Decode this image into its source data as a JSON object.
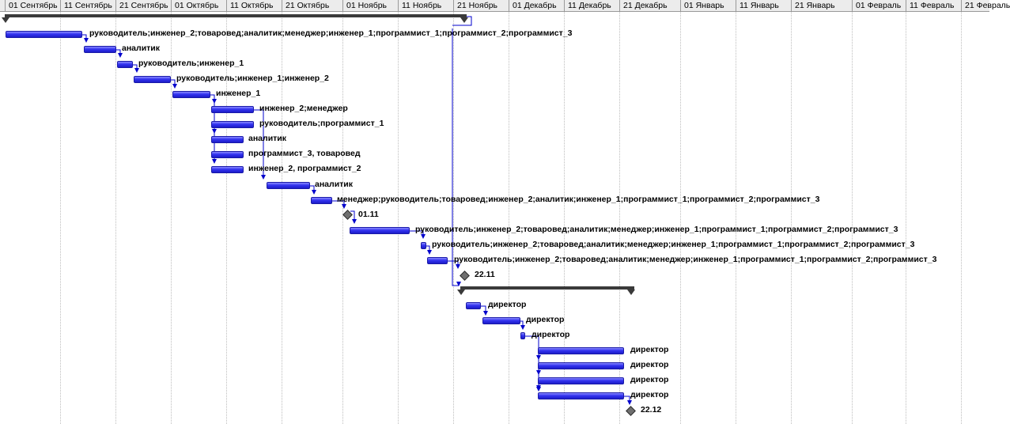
{
  "timescale": {
    "ticks": [
      "01 Сентябрь",
      "11 Сентябрь",
      "21 Сентябрь",
      "01 Октябрь",
      "11 Октябрь",
      "21 Октябрь",
      "01 Ноябрь",
      "11 Ноябрь",
      "21 Ноябрь",
      "01 Декабрь",
      "11 Декабрь",
      "21 Декабрь",
      "01 Январь",
      "11 Январь",
      "21 Январь",
      "01 Февраль",
      "11 Февраль",
      "21 Февраль"
    ]
  },
  "tasks": [
    {
      "label": "руководитель;инженер_2;товаровед;аналитик;менеджер;инженер_1;программист_1;программист_2;программист_3"
    },
    {
      "label": "аналитик"
    },
    {
      "label": "руководитель;инженер_1"
    },
    {
      "label": "руководитель;инженер_1;инженер_2"
    },
    {
      "label": "инженер_1"
    },
    {
      "label": "инженер_2;менеджер"
    },
    {
      "label": "руководитель;программист_1"
    },
    {
      "label": "аналитик"
    },
    {
      "label": "программист_3, товаровед"
    },
    {
      "label": "инженер_2, программист_2"
    },
    {
      "label": "аналитик"
    },
    {
      "label": "менеджер;руководитель;товаровед;инженер_2;аналитик;инженер_1;программист_1;программист_2;программист_3"
    },
    {
      "label": "01.11"
    },
    {
      "label": "руководитель;инженер_2;товаровед;аналитик;менеджер;инженер_1;программист_1;программист_2;программист_3"
    },
    {
      "label": "руководитель;инженер_2;товаровед;аналитик;менеджер;инженер_1;программист_1;программист_2;программист_3"
    },
    {
      "label": "руководитель;инженер_2;товаровед;аналитик;менеджер;инженер_1;программист_1;программист_2;программист_3"
    },
    {
      "label": "22.11"
    },
    {
      "label": "директор"
    },
    {
      "label": "директор"
    },
    {
      "label": "директор"
    },
    {
      "label": "директор"
    },
    {
      "label": "директор"
    },
    {
      "label": "директор"
    },
    {
      "label": "директор"
    },
    {
      "label": "22.12"
    }
  ],
  "colors": {
    "bar": "#2a2ae0",
    "summary": "#3a3a3a",
    "milestone": "#6f6f6f",
    "link": "#0000cc",
    "grid": "#bdbdbd"
  }
}
